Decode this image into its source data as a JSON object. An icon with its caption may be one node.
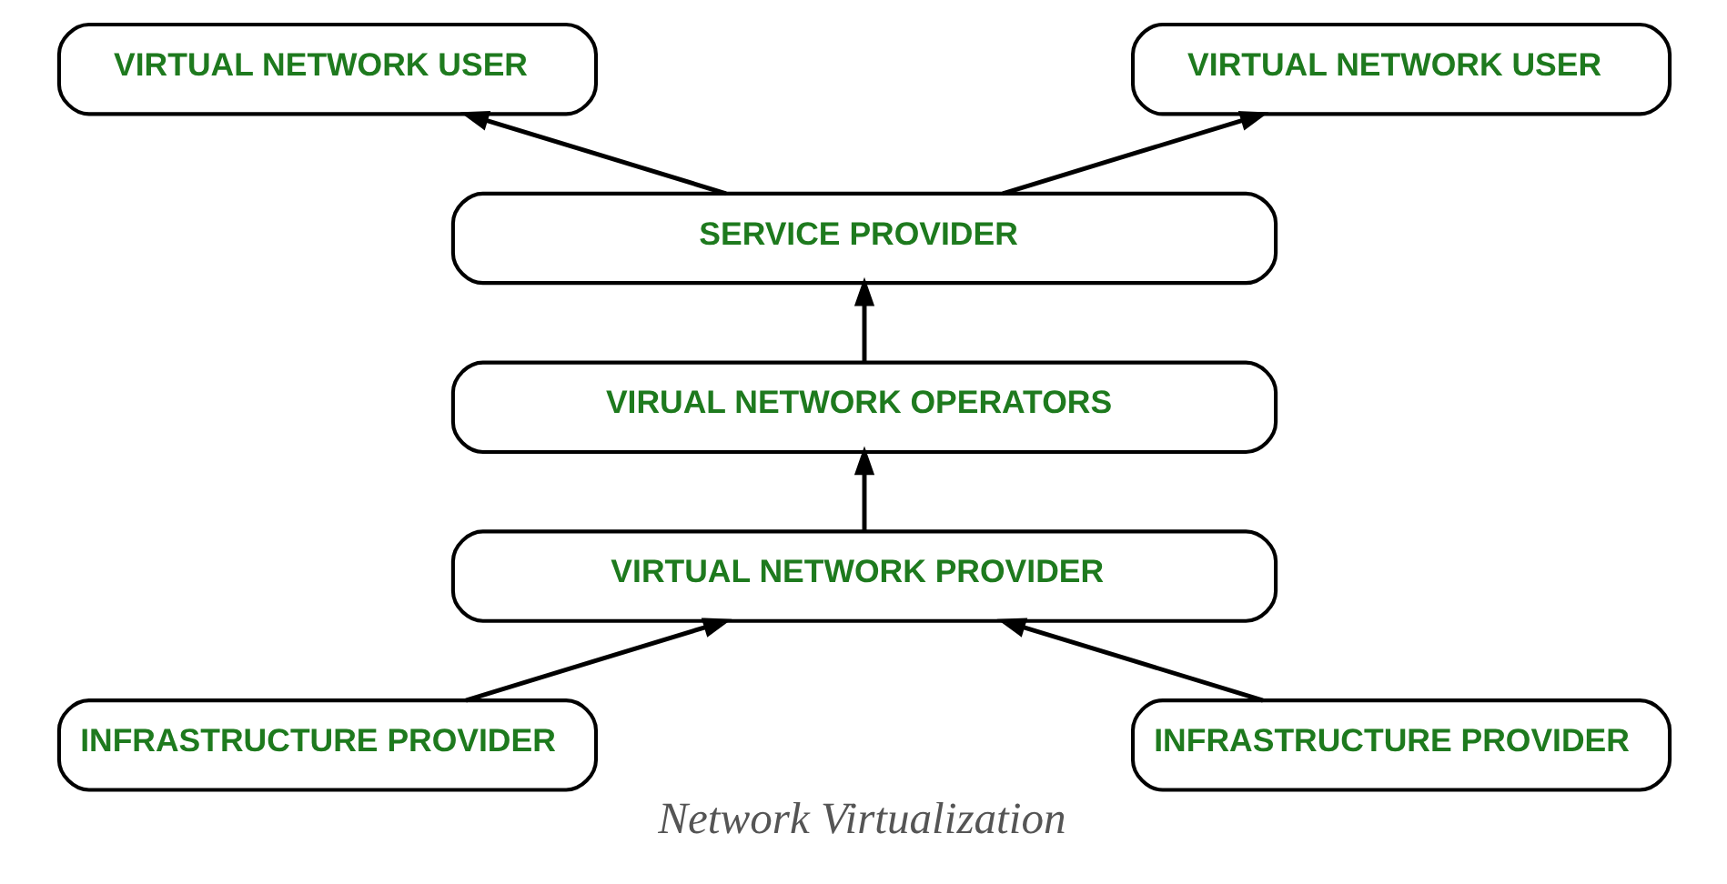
{
  "diagram": {
    "caption": "Network Virtualization",
    "nodes": [
      {
        "text": [
          "VIRTUAL NETWORK USER"
        ]
      },
      {
        "text": [
          "VIRTUAL NETWORK USER"
        ]
      },
      {
        "text": [
          "SERVICE PROVIDER"
        ]
      },
      {
        "text": [
          "VIRUAL NETWORK OPERATORS"
        ]
      },
      {
        "text": [
          "VIRTUAL NETWORK PROVIDER"
        ]
      },
      {
        "text": [
          "INFRASTRUCTURE PROVIDER"
        ]
      },
      {
        "text": [
          "INFRASTRUCTURE PROVIDER"
        ]
      }
    ],
    "edges": [
      {
        "from": 2,
        "to": 0,
        "arrow": "to"
      },
      {
        "from": 2,
        "to": 1,
        "arrow": "to"
      },
      {
        "from": 3,
        "to": 2,
        "arrow": "to"
      },
      {
        "from": 4,
        "to": 3,
        "arrow": "to"
      },
      {
        "from": 5,
        "to": 4,
        "arrow": "to"
      },
      {
        "from": 6,
        "to": 4,
        "arrow": "to"
      }
    ]
  }
}
